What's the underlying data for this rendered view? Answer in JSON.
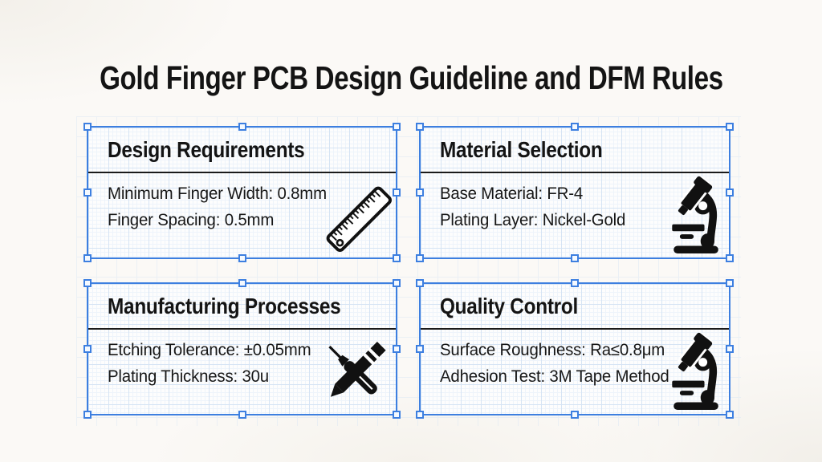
{
  "title": "Gold Finger PCB Design Guideline and DFM Rules",
  "canvas": {
    "selection_color": "#3d7fe0",
    "grid_line_color": "#d6e4f4",
    "paper_color": "#fbf9f6",
    "text_color": "#141414"
  },
  "cards": [
    {
      "title": "Design Requirements",
      "icon": "ruler-icon",
      "lines": [
        "Minimum Finger Width: 0.8mm",
        "Finger Spacing: 0.5mm"
      ]
    },
    {
      "title": "Material Selection",
      "icon": "microscope-icon",
      "lines": [
        "Base Material: FR-4",
        "Plating Layer: Nickel-Gold"
      ]
    },
    {
      "title": "Manufacturing Processes",
      "icon": "pen-and-pencil-icon",
      "lines": [
        "Etching Tolerance: ±0.05mm",
        "Plating Thickness: 30u"
      ]
    },
    {
      "title": "Quality Control",
      "icon": "microscope-icon",
      "lines": [
        "Surface Roughness: Ra≤0.8μm",
        "Adhesion Test: 3M Tape Method"
      ]
    }
  ]
}
